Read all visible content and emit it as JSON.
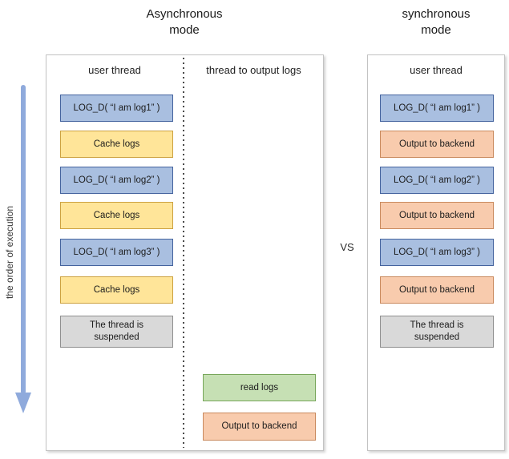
{
  "titles": {
    "async": "Asynchronous\nmode",
    "sync": "synchronous\nmode"
  },
  "vs_label": "VS",
  "execution_arrow": {
    "label": "the order of execution",
    "color": "#8FAADC"
  },
  "box_styles": {
    "log_call": {
      "fill": "#A9BFE0",
      "border": "#44639E"
    },
    "cache": {
      "fill": "#FFE599",
      "border": "#CDA241"
    },
    "output": {
      "fill": "#F8CBAD",
      "border": "#C98A5E"
    },
    "read": {
      "fill": "#C6E0B4",
      "border": "#77A65A"
    },
    "suspended": {
      "fill": "#D9D9D9",
      "border": "#8F8F8F"
    }
  },
  "async_panel": {
    "user_thread": {
      "header": "user thread",
      "steps": [
        {
          "label": "LOG_D( “I am log1” )",
          "type": "log_call"
        },
        {
          "label": "Cache logs",
          "type": "cache"
        },
        {
          "label": "LOG_D( “I am log2” )",
          "type": "log_call"
        },
        {
          "label": "Cache logs",
          "type": "cache"
        },
        {
          "label": "LOG_D( “I am log3” )",
          "type": "log_call"
        },
        {
          "label": "Cache logs",
          "type": "cache"
        },
        {
          "label": "The thread is\nsuspended",
          "type": "suspended"
        }
      ]
    },
    "output_thread": {
      "header": "thread to output logs",
      "steps": [
        {
          "label": "read logs",
          "type": "read"
        },
        {
          "label": "Output to backend",
          "type": "output"
        }
      ]
    }
  },
  "sync_panel": {
    "user_thread": {
      "header": "user thread",
      "steps": [
        {
          "label": "LOG_D( “I am log1” )",
          "type": "log_call"
        },
        {
          "label": "Output to backend",
          "type": "output"
        },
        {
          "label": "LOG_D( “I am log2” )",
          "type": "log_call"
        },
        {
          "label": "Output to backend",
          "type": "output"
        },
        {
          "label": "LOG_D( “I am log3” )",
          "type": "log_call"
        },
        {
          "label": "Output to backend",
          "type": "output"
        },
        {
          "label": "The thread is\nsuspended",
          "type": "suspended"
        }
      ]
    }
  }
}
